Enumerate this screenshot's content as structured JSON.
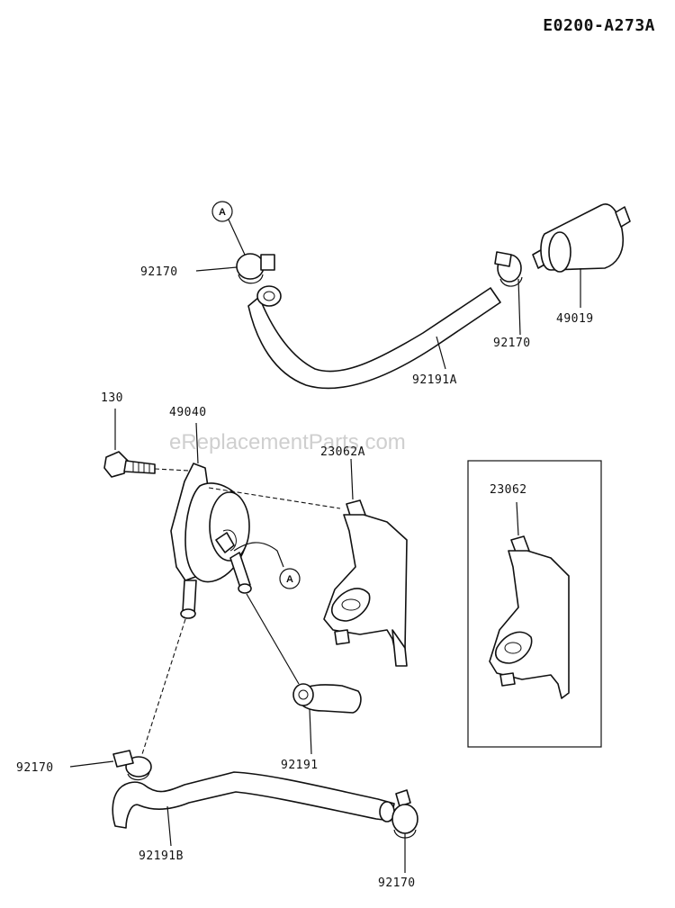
{
  "diagram_code": "E0200-A273A",
  "watermark": "eReplacementParts.com",
  "reference_marker": "A",
  "part_labels": {
    "clamp_upper_left": "92170",
    "clamp_upper_right": "92170",
    "fuel_filter": "49019",
    "hose_upper": "92191A",
    "bolt": "130",
    "fuel_pump": "49040",
    "bracket_installed": "23062A",
    "bracket_inset": "23062",
    "clamp_lower_left": "92170",
    "hose_short": "92191",
    "hose_lower": "92191B",
    "clamp_lower_right": "92170"
  }
}
